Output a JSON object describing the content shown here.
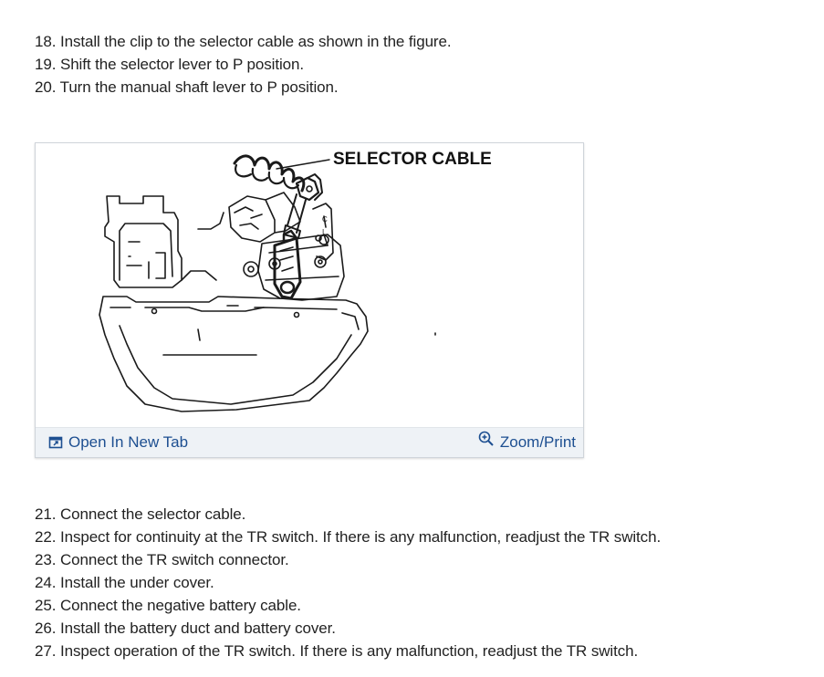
{
  "steps_top": [
    {
      "num": "18.",
      "text": "Install the clip to the selector cable as shown in the figure."
    },
    {
      "num": "19.",
      "text": "Shift the selector lever to P position."
    },
    {
      "num": "20.",
      "text": "Turn the manual shaft lever to P position."
    }
  ],
  "figure": {
    "callout": "SELECTOR CABLE",
    "open_tab_label": "Open In New Tab",
    "zoom_label": "Zoom/Print",
    "open_tab_icon": "open-new-tab-icon",
    "zoom_icon": "zoom-in-icon",
    "link_color": "#1d4f91",
    "bar_color": "#eef2f6"
  },
  "steps_bottom": [
    {
      "num": "21.",
      "text": "Connect the selector cable."
    },
    {
      "num": "22.",
      "text": "Inspect for continuity at the TR switch. If there is any malfunction, readjust the TR switch."
    },
    {
      "num": "23.",
      "text": "Connect the TR switch connector."
    },
    {
      "num": "24.",
      "text": "Install the under cover."
    },
    {
      "num": "25.",
      "text": "Connect the negative battery cable."
    },
    {
      "num": "26.",
      "text": "Install the battery duct and battery cover."
    },
    {
      "num": "27.",
      "text": "Inspect operation of the TR switch. If there is any malfunction, readjust the TR switch."
    }
  ]
}
